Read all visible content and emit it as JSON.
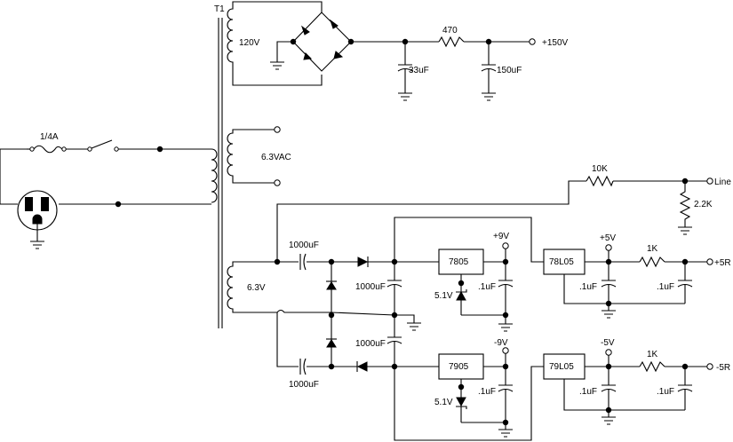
{
  "labels": {
    "transformer": "T1",
    "fuse": "1/4A",
    "sec_hv": "120V",
    "sec_fil": "6.3VAC",
    "sec_lv": "6.3V",
    "r_hv": "470",
    "c_hv1": "33uF",
    "c_hv2": "150uF",
    "out_hv": "+150V",
    "r_line_top": "10K",
    "r_line_div": "2.2K",
    "out_line": "Line",
    "c_pump_top": "1000uF",
    "c_pump_bot": "1000uF",
    "c_filt_top": "1000uF",
    "c_filt_bot": "1000uF",
    "reg_pos": "7805",
    "reg_neg": "7905",
    "zener_pos": "5.1V",
    "zener_neg": "5.1V",
    "rail_pos": "+9V",
    "rail_neg": "-9V",
    "c_pos_reg": ".1uF",
    "c_neg_reg": ".1uF",
    "reg_pos2": "78L05",
    "reg_neg2": "79L05",
    "rail_pos2": "+5V",
    "rail_neg2": "-5V",
    "r_pos": "1K",
    "r_neg": "1K",
    "c_pos_in": ".1uF",
    "c_pos_out": ".1uF",
    "c_neg_in": ".1uF",
    "c_neg_out": ".1uF",
    "out_pos": "+5R",
    "out_neg": "-5R"
  }
}
